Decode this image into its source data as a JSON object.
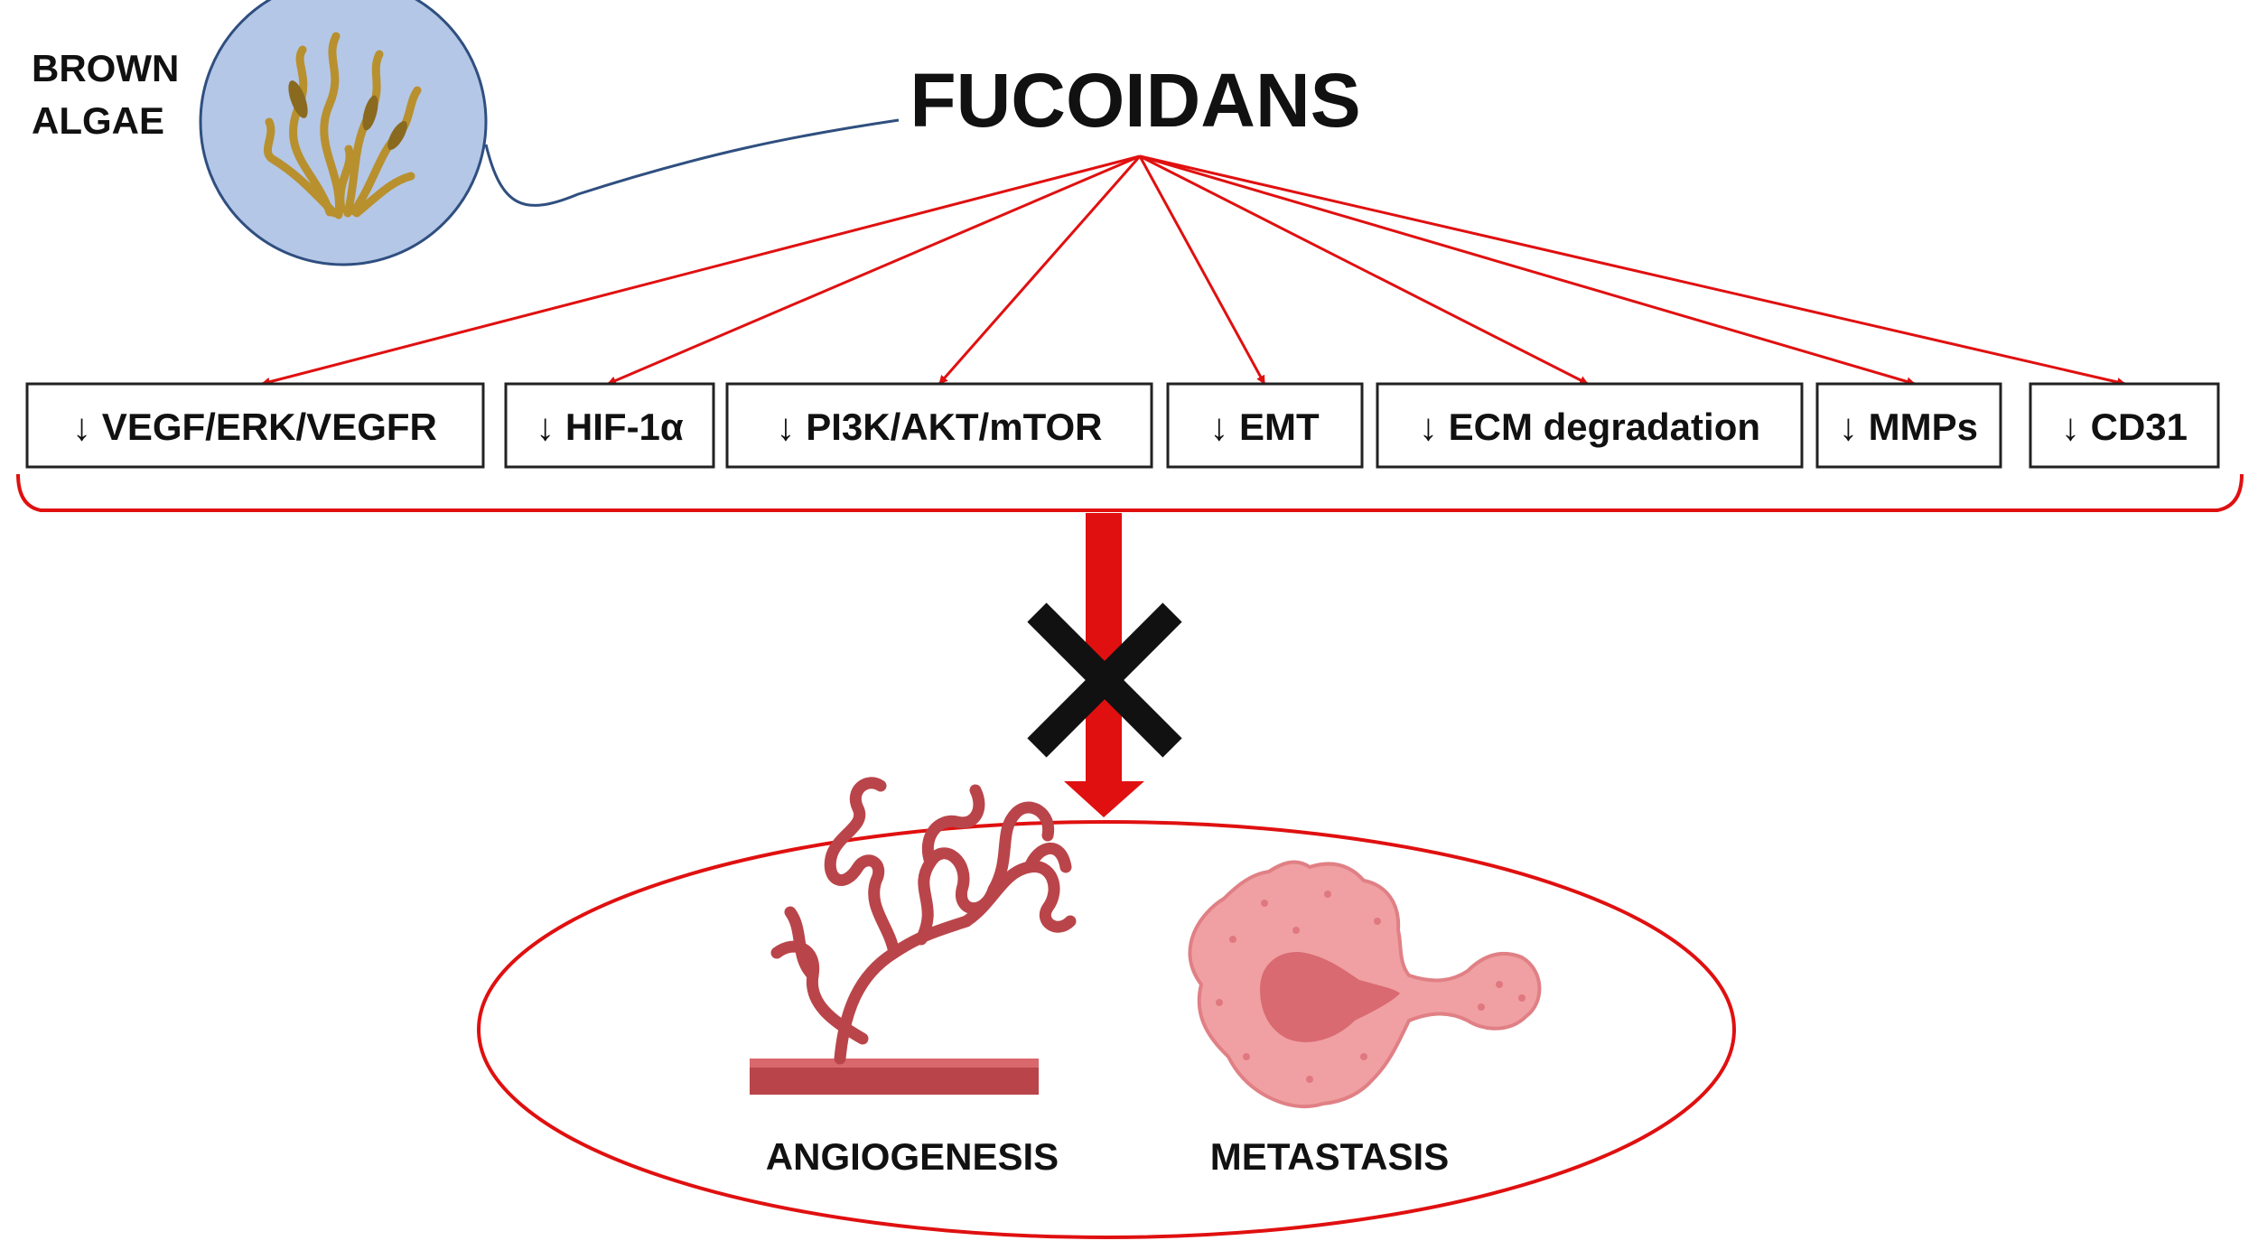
{
  "source": {
    "line1": "BROWN",
    "line2": "ALGAE"
  },
  "compound": "FUCOIDANS",
  "targets": [
    "↓ VEGF/ERK/VEGFR",
    "↓ HIF-1α",
    "↓ PI3K/AKT/mTOR",
    "↓ EMT",
    "↓ ECM degradation",
    "↓ MMPs",
    "↓ CD31"
  ],
  "outcomes": {
    "left": "ANGIOGENESIS",
    "right": "METASTASIS"
  },
  "colors": {
    "arrow_red": "#e01010",
    "algae_fill": "#b4c7e7",
    "algae_stroke": "#2f4f7f",
    "seaweed": "#b8902e",
    "vessel": "#b9454a",
    "cell": "#f0a0a2",
    "nucleus": "#d96a72",
    "block_x": "#111111"
  },
  "icons": [
    "seaweed-icon",
    "blood-vessel-icon",
    "metastatic-cell-icon",
    "block-x-icon"
  ]
}
